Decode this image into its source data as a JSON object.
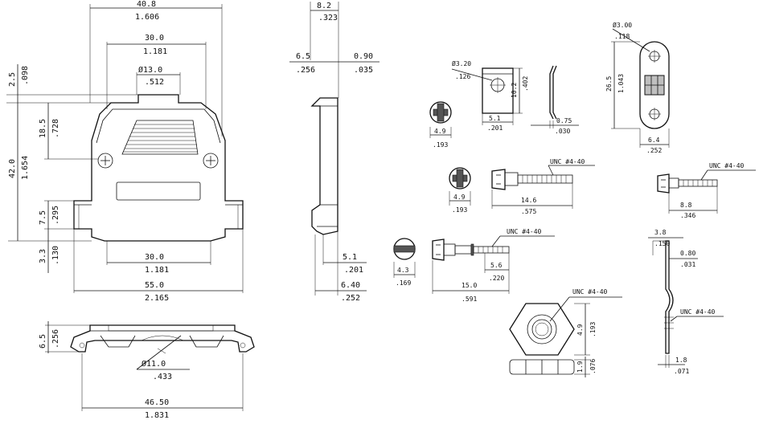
{
  "front_view": {
    "overall_width_mm": "40.8",
    "overall_width_in": "1.606",
    "inner_width_mm": "30.0",
    "inner_width_in": "1.181",
    "cable_dia_mm": "Ø13.0",
    "cable_dia_in": ".512",
    "top_step_mm": "2.5",
    "top_step_in": ".098",
    "upper_height_mm": "18.5",
    "upper_height_in": ".728",
    "total_height_mm": "42.0",
    "total_height_in": "1.654",
    "flange_height_mm": "7.5",
    "flange_height_in": ".295",
    "bottom_step_mm": "3.3",
    "bottom_step_in": ".130",
    "bottom_width_mm": "30.0",
    "bottom_width_in": "1.181",
    "flange_width_mm": "55.0",
    "flange_width_in": "2.165"
  },
  "side_view": {
    "top_width_mm": "8.2",
    "top_width_in": ".323",
    "left_offset_mm": "6.5",
    "left_offset_in": ".256",
    "right_offset_mm": "0.90",
    "right_offset_in": ".035",
    "bottom_depth_mm": "5.1",
    "bottom_depth_in": ".201",
    "total_depth_mm": "6.40",
    "total_depth_in": ".252"
  },
  "bottom_view": {
    "height_mm": "6.5",
    "height_in": ".256",
    "hole_dia_mm": "Ø11.0",
    "hole_dia_in": ".433",
    "width_mm": "46.50",
    "width_in": "1.831"
  },
  "clip_small": {
    "hole_mm": "Ø3.20",
    "hole_in": ".126",
    "height_mm": "10.2",
    "height_in": ".402",
    "width_mm": "5.1",
    "width_in": ".201",
    "thickness_mm": "0.75",
    "thickness_in": ".030"
  },
  "strain_relief": {
    "hole_mm": "Ø3.00",
    "hole_in": ".118",
    "length_mm": "26.5",
    "length_in": "1.043",
    "width_mm": "6.4",
    "width_in": ".252"
  },
  "screw_head_a": {
    "dia_mm": "4.9",
    "dia_in": ".193"
  },
  "screw_head_b": {
    "dia_mm": "4.9",
    "dia_in": ".193"
  },
  "screw_head_c": {
    "dia_mm": "4.3",
    "dia_in": ".169"
  },
  "screw_long": {
    "thread": "UNC  #4-40",
    "length_mm": "14.6",
    "length_in": ".575"
  },
  "screw_short": {
    "thread": "UNC  #4-40",
    "length_mm": "8.8",
    "length_in": ".346"
  },
  "screw_stepped": {
    "thread": "UNC  #4-40",
    "thread_len_mm": "5.6",
    "thread_len_in": ".220",
    "length_mm": "15.0",
    "length_in": ".591"
  },
  "hex_nut": {
    "thread": "UNC  #4-40",
    "across_mm": "4.9",
    "across_in": ".193",
    "thickness_mm": "1.9",
    "thickness_in": ".076"
  },
  "bracket": {
    "width_mm": "3.8",
    "width_in": ".150",
    "thickness_mm": "0.80",
    "thickness_in": ".031",
    "thread": "UNC  #4-40",
    "tab_mm": "1.8",
    "tab_in": ".071"
  }
}
